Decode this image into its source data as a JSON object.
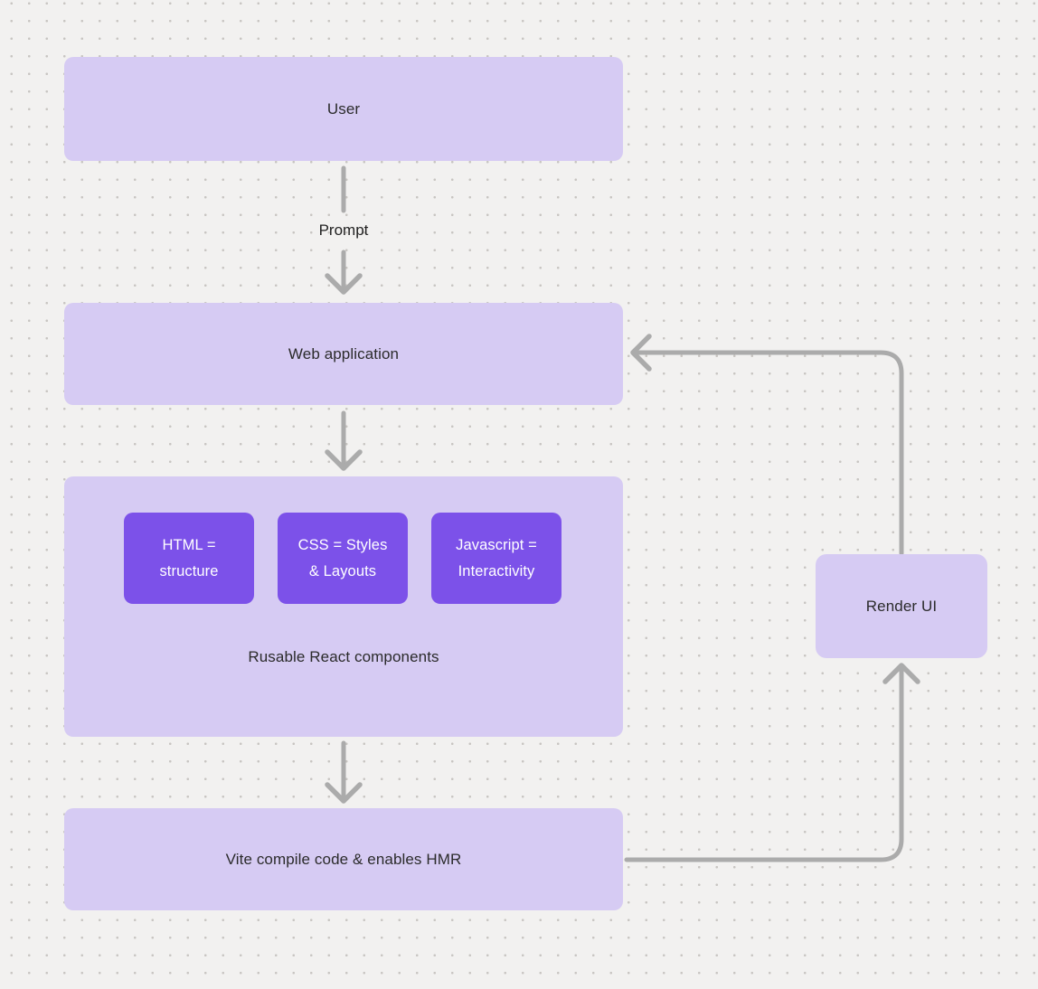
{
  "diagram": {
    "nodes": {
      "user": "User",
      "web_application": "Web application",
      "components_label": "Rusable React components",
      "cards": [
        {
          "line1": "HTML =",
          "line2": "structure"
        },
        {
          "line1": "CSS = Styles",
          "line2": "& Layouts"
        },
        {
          "line1": "Javascript =",
          "line2": "Interactivity"
        }
      ],
      "vite": "Vite compile code & enables HMR",
      "render_ui": "Render UI"
    },
    "edge_labels": {
      "prompt": "Prompt"
    },
    "colors": {
      "canvas_background": "#f2f1f0",
      "grid_dot": "#c8c5c2",
      "node_fill": "#d6cbf3",
      "node_text": "#2b2b2b",
      "card_fill": "#7c51e9",
      "card_text": "#ffffff",
      "connector": "#ababab"
    }
  }
}
